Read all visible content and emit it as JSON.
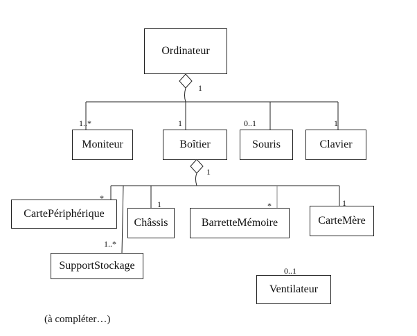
{
  "classes": {
    "ordinateur": "Ordinateur",
    "moniteur": "Moniteur",
    "boitier": "Boîtier",
    "souris": "Souris",
    "clavier": "Clavier",
    "carte_peripherique": "CartePériphérique",
    "chassis": "Châssis",
    "barrette_memoire": "BarretteMémoire",
    "carte_mere": "CarteMère",
    "support_stockage": "SupportStockage",
    "ventilateur": "Ventilateur"
  },
  "multiplicities": {
    "ordinateur_whole": "1",
    "moniteur": "1..*",
    "boitier": "1",
    "souris": "0..1",
    "clavier": "1",
    "boitier_whole": "1",
    "carte_peripherique": "*",
    "support_stockage": "1..*",
    "chassis": "1",
    "barrette_memoire": "*",
    "carte_mere": "1",
    "ventilateur": "0..1"
  },
  "note": "(à compléter…)"
}
